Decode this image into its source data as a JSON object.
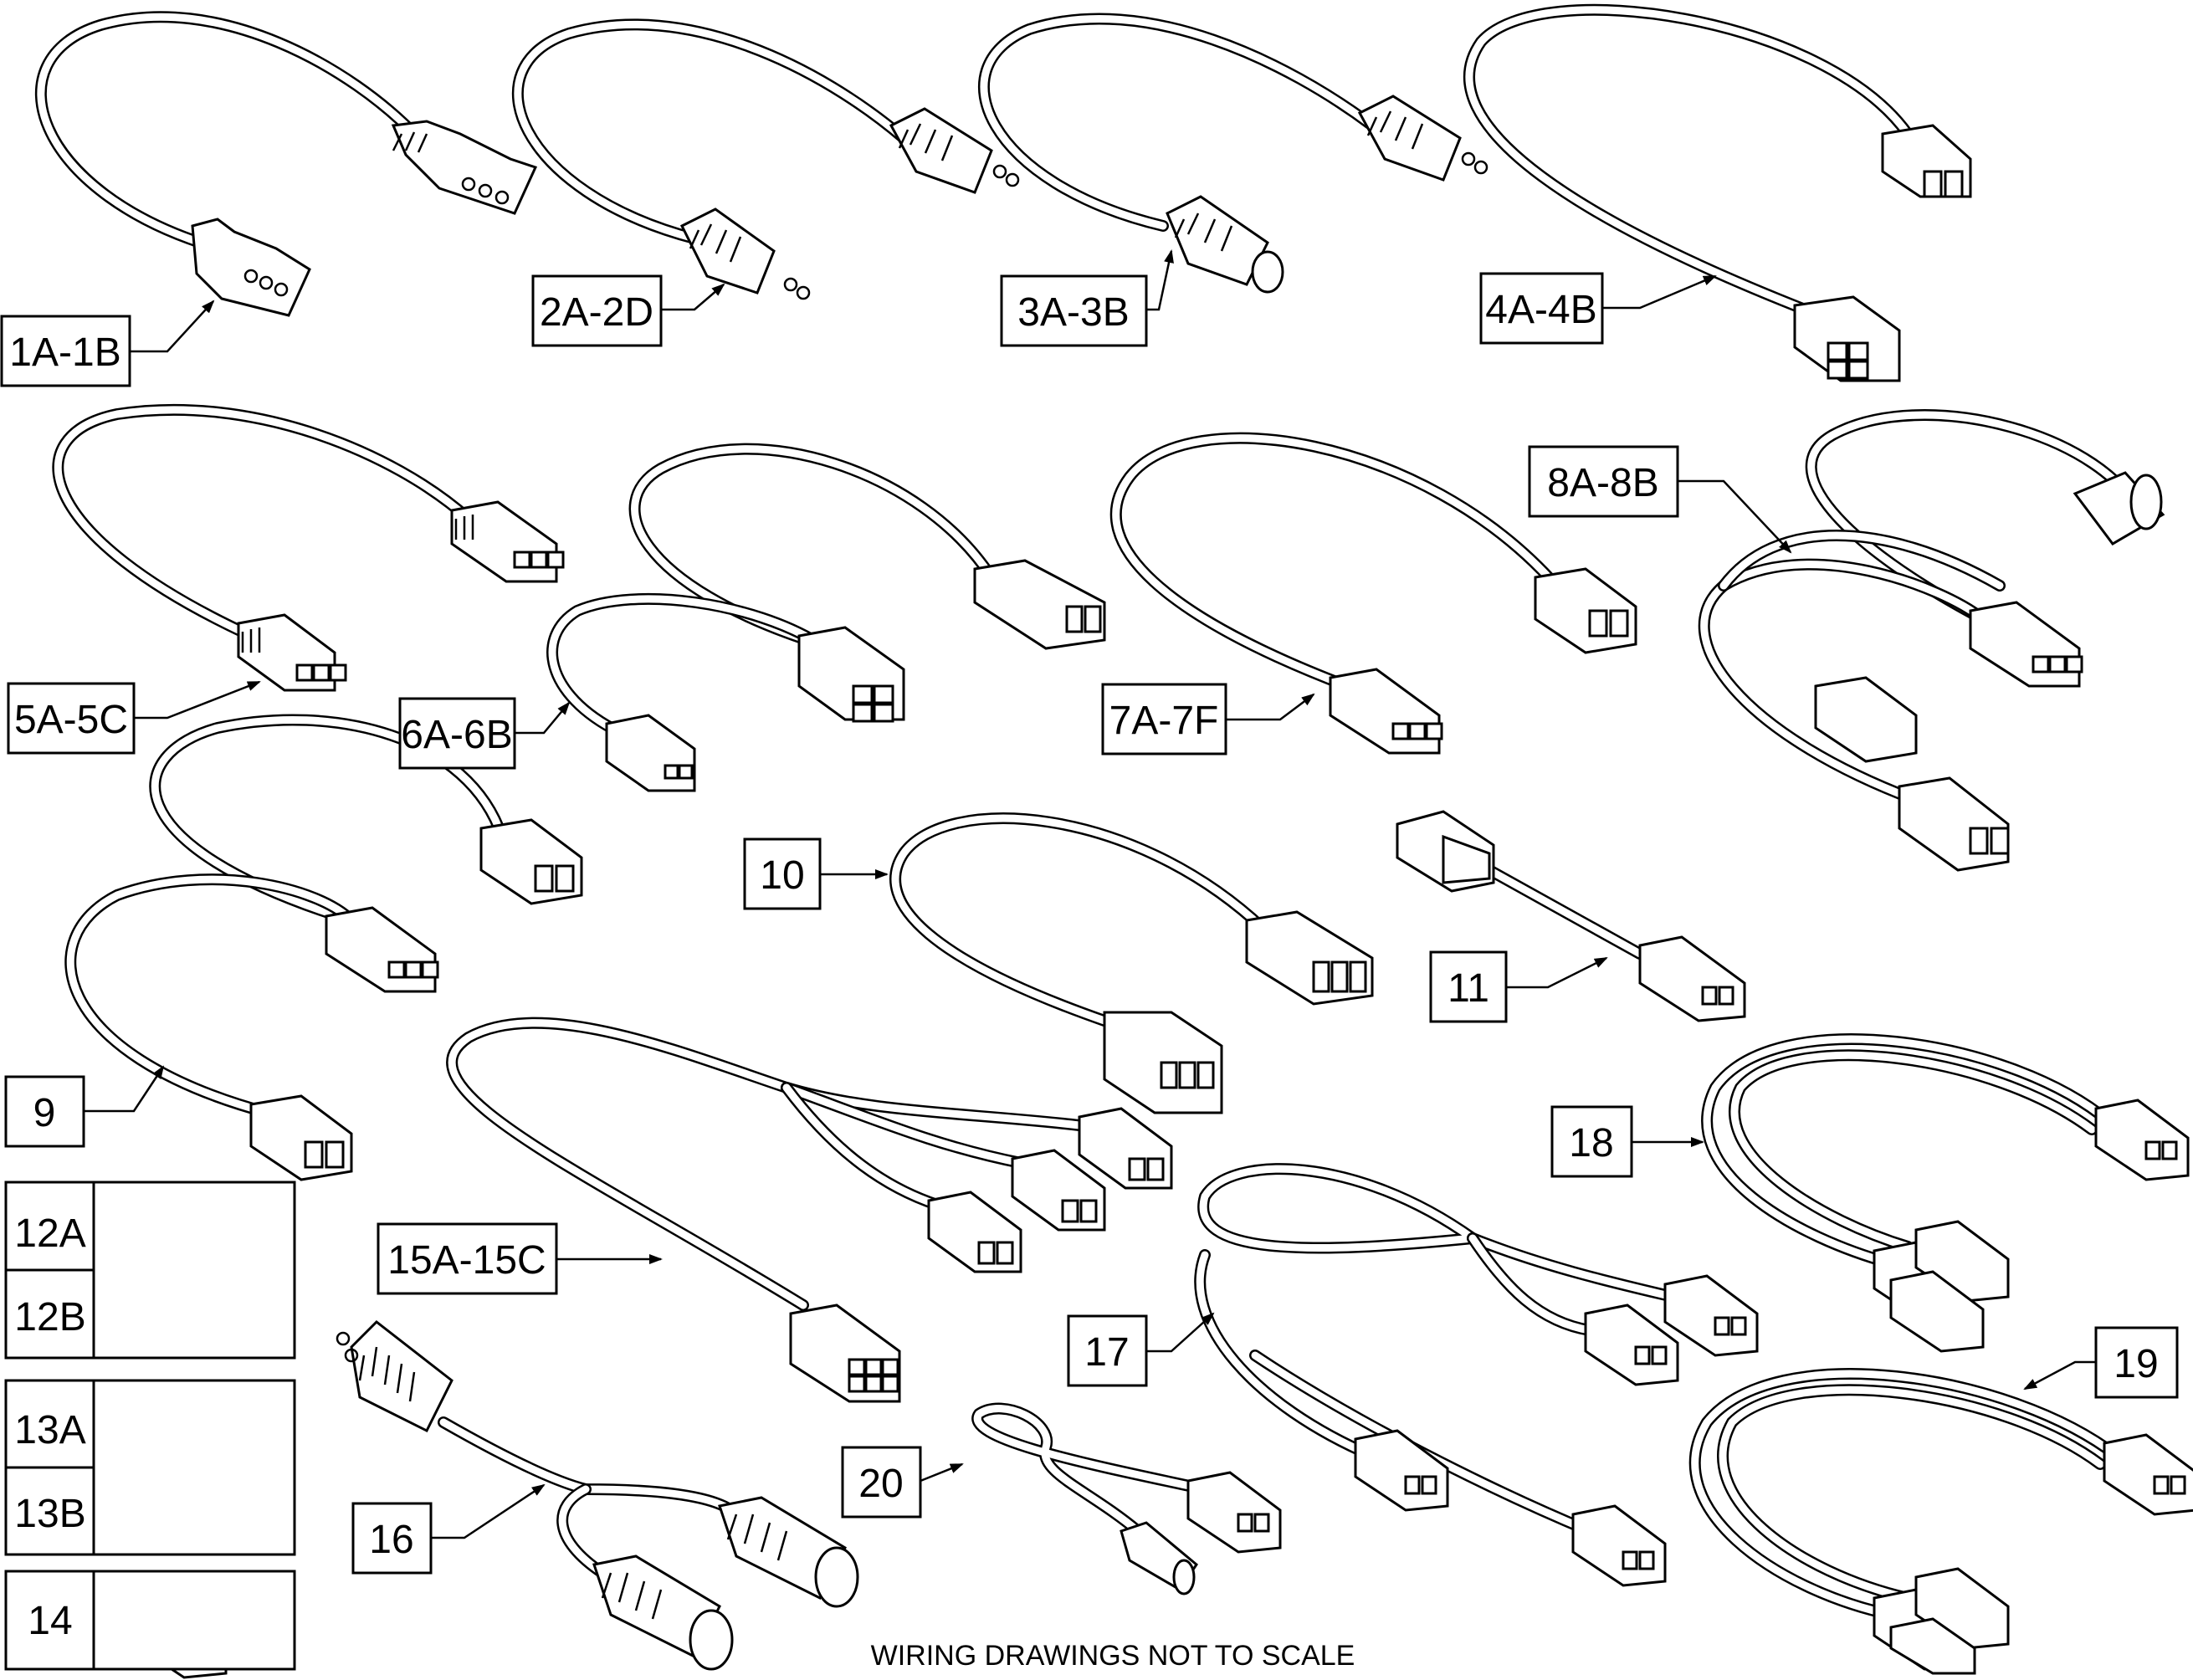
{
  "labels": {
    "l1": "1A-1B",
    "l2": "2A-2D",
    "l3": "3A-3B",
    "l4": "4A-4B",
    "l5": "5A-5C",
    "l6": "6A-6B",
    "l7": "7A-7F",
    "l8": "8A-8B",
    "l9": "9",
    "l10": "10",
    "l11": "11",
    "l12a": "12A",
    "l12b": "12B",
    "l13a": "13A",
    "l13b": "13B",
    "l14": "14",
    "l15": "15A-15C",
    "l16": "16",
    "l17": "17",
    "l18": "18",
    "l19": "19",
    "l20": "20"
  },
  "footer_note": "WIRING DRAWINGS NOT TO SCALE"
}
